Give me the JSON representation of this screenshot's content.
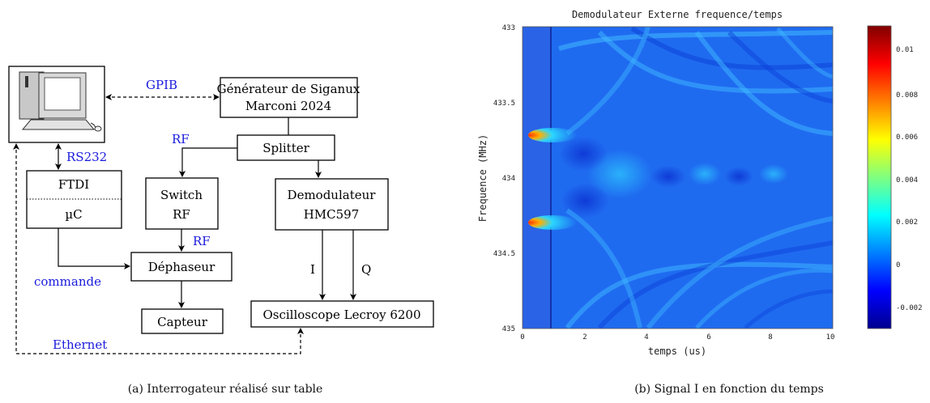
{
  "diagram": {
    "boxes": {
      "generator_line1": "Générateur de Siganux",
      "generator_line2": "Marconi 2024",
      "splitter": "Splitter",
      "ftdi": "FTDI",
      "uc": "µC",
      "switch_line1": "Switch",
      "switch_line2": "RF",
      "demod_line1": "Demodulateur",
      "demod_line2": "HMC597",
      "dephaseur": "Déphaseur",
      "capteur": "Capteur",
      "oscilloscope": "Oscilloscope Lecroy 6200"
    },
    "labels": {
      "gpib": "GPIB",
      "rs232": "RS232",
      "rf_top": "RF",
      "rf_bottom": "RF",
      "commande": "commande",
      "ethernet": "Ethernet",
      "i": "I",
      "q": "Q"
    },
    "caption": "(a) Interrogateur réalisé sur table"
  },
  "plot": {
    "title": "Demodulateur Externe frequence/temps",
    "xlabel": "temps (us)",
    "ylabel": "Frequence (MHz)",
    "x_ticks": [
      "0",
      "2",
      "4",
      "6",
      "8",
      "10"
    ],
    "y_ticks": [
      "433",
      "433.5",
      "434",
      "434.5",
      "435"
    ],
    "colorbar_ticks": [
      "0.01",
      "0.008",
      "0.006",
      "0.004",
      "0.002",
      "0",
      "-0.002"
    ],
    "caption": "(b) Signal I en fonction du temps"
  },
  "chart_data": {
    "type": "heatmap",
    "title": "Demodulateur Externe frequence/temps",
    "xlabel": "temps (us)",
    "ylabel": "Frequence (MHz)",
    "xlim": [
      0,
      10
    ],
    "ylim": [
      433,
      435
    ],
    "y_reversed": true,
    "clim": [
      -0.0033,
      0.0112
    ],
    "colormap": "jet",
    "peaks": [
      {
        "x": 1.05,
        "y": 433.75,
        "value": 0.011
      },
      {
        "x": 1.05,
        "y": 434.28,
        "value": 0.011
      }
    ]
  }
}
